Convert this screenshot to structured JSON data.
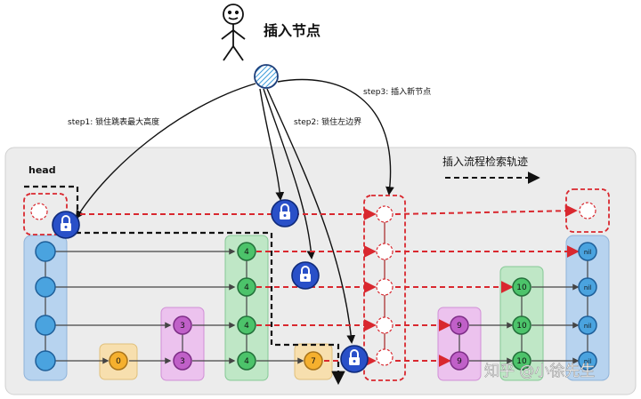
{
  "title": "插入节点",
  "steps": {
    "step1": "step1: 锁住跳表最大高度",
    "step2": "step2: 锁住左边界",
    "step3": "step3: 插入新节点"
  },
  "legend": {
    "label": "插入流程检索轨迹"
  },
  "head_label": "head",
  "columns": {
    "n0": {
      "levels": 1,
      "values": [
        "0"
      ]
    },
    "n3": {
      "levels": 2,
      "values": [
        "3",
        "3"
      ]
    },
    "n4": {
      "levels": 4,
      "values": [
        "4",
        "4",
        "4",
        "4"
      ]
    },
    "n7": {
      "levels": 1,
      "values": [
        "7"
      ]
    },
    "n9": {
      "levels": 2,
      "values": [
        "9",
        "9"
      ]
    },
    "n10": {
      "levels": 3,
      "values": [
        "10",
        "10",
        "10"
      ]
    },
    "nil": {
      "levels": 4,
      "values": [
        "nil",
        "nil",
        "nil",
        "nil"
      ]
    }
  },
  "watermark": "知乎 @小徐先生",
  "colors": {
    "panel": "#ececec",
    "blue_node": "#4aa3df",
    "green_node": "#4cc36a",
    "purple_node": "#c060c8",
    "orange_node": "#f5b02e",
    "lock": "#2950c8",
    "trail_red": "#d9282f"
  }
}
